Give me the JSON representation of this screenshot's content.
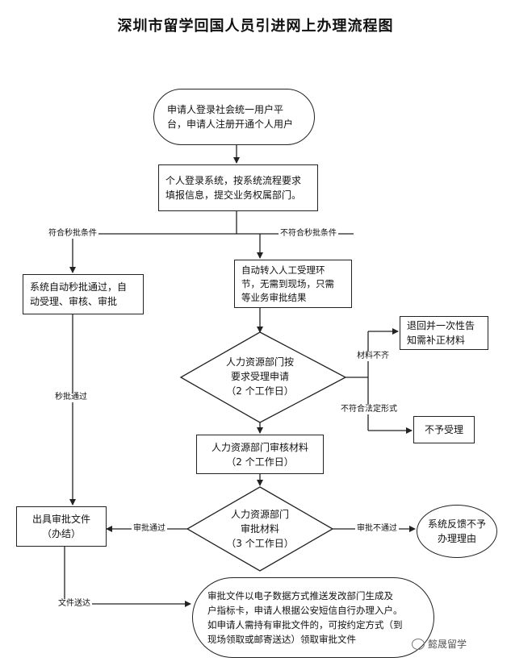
{
  "title": "深圳市留学回国人员引进网上办理流程图",
  "nodes": {
    "start": [
      "申请人登录社会统一用户平",
      "台，申请人注册开通个人用户"
    ],
    "login": [
      "个人登录系统，按系统流程要求",
      "填报信息，提交业务权属部门。"
    ],
    "auto": [
      "系统自动秒批通过，自",
      "动受理、审核、审批"
    ],
    "manual": [
      "自动转入人工受理环",
      "节，无需到现场，只需",
      "等业务审批结果"
    ],
    "hr_accept": [
      "人力资源部门按",
      "要求受理申请",
      "（2 个工作日）"
    ],
    "return": [
      "退回并一次性告",
      "知需补正材料"
    ],
    "reject": [
      "不予受理"
    ],
    "review": [
      "人力资源部门审核材料",
      "（2 个工作日）"
    ],
    "hr_approve": [
      "人力资源部门",
      "审批材料",
      "（3 个工作日）"
    ],
    "issue": [
      "出具审批文件",
      "（办结）"
    ],
    "feedback": [
      "系统反馈不予",
      "办理理由"
    ],
    "final": [
      "审批文件以电子数据方式推送发改部门生成及",
      "户指标卡，申请人根据公安短信自行办理入户。",
      "如申请人需持有审批文件的，可按约定方式（到",
      "现场领取或邮寄送达）领取审批文件"
    ]
  },
  "edge_labels": {
    "meets": "符合秒批条件",
    "not_meets": "不符合秒批条件",
    "incomplete": "材料不齐",
    "not_legal": "不符合法定形式",
    "auto_pass": "秒批通过",
    "approve_pass": "审批通过",
    "approve_fail": "审批不通过",
    "delivery": "文件送达"
  },
  "watermark": "懿晟留学"
}
